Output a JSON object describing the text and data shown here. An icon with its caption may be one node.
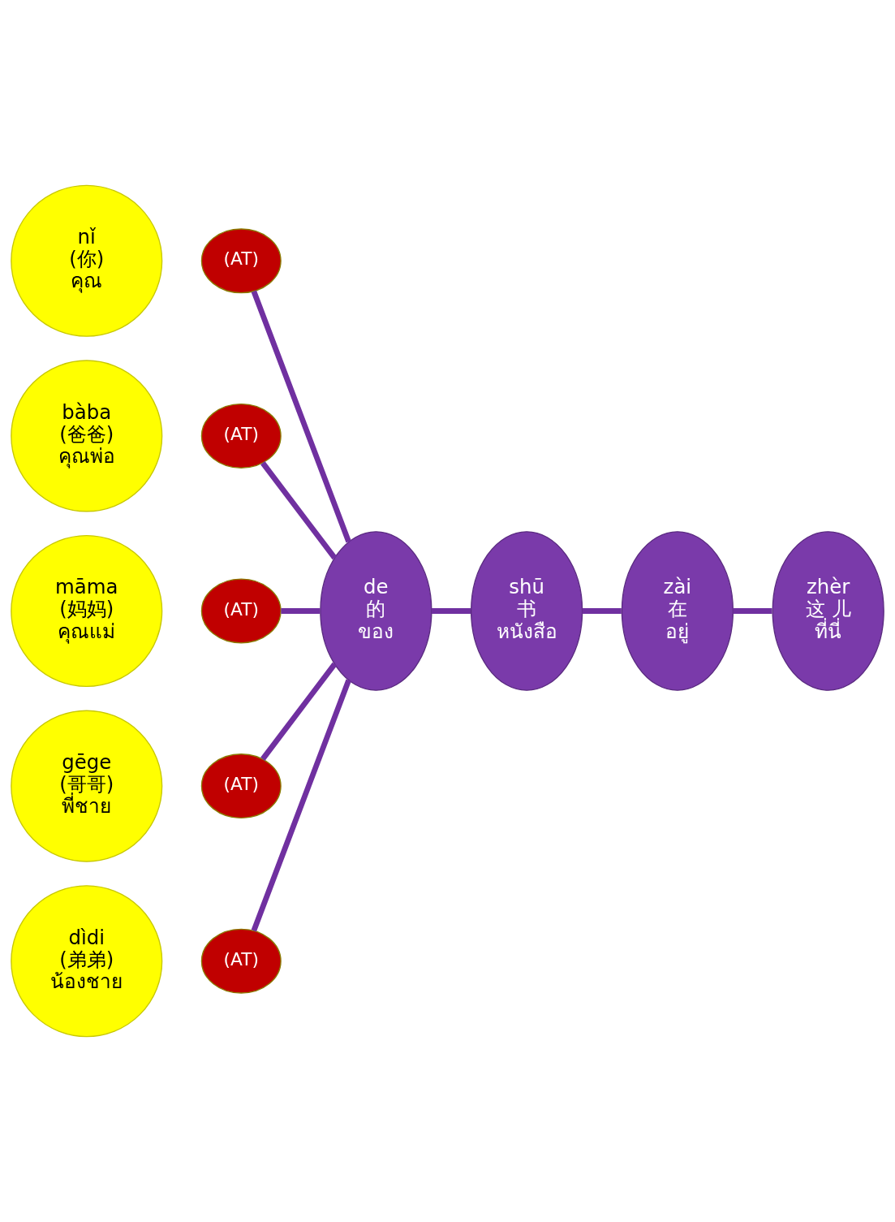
{
  "diagram": {
    "nodes": [
      {
        "text": [
          "nǐ",
          "(你)",
          "คุณ"
        ]
      },
      {
        "text": [
          "(AT)"
        ]
      },
      {
        "text": [
          "bàba",
          "(爸爸)",
          "คุณพ่อ"
        ]
      },
      {
        "text": [
          "(AT)"
        ]
      },
      {
        "text": [
          "māma",
          "(妈妈)",
          "คุณแม่"
        ]
      },
      {
        "text": [
          "(AT)"
        ]
      },
      {
        "text": [
          "de",
          "的",
          "ของ"
        ]
      },
      {
        "text": [
          "shū",
          "书",
          "หนังสือ"
        ]
      },
      {
        "text": [
          "zài",
          "在",
          "อยู่"
        ]
      },
      {
        "text": [
          "zhèr",
          "这 儿",
          "ที่นี่"
        ]
      },
      {
        "text": [
          "gēge",
          "(哥哥)",
          "พี่ชาย"
        ]
      },
      {
        "text": [
          "(AT)"
        ]
      },
      {
        "text": [
          "dìdi",
          "(弟弟)",
          "น้องชาย"
        ]
      },
      {
        "text": [
          "(AT)"
        ]
      }
    ],
    "edges": [
      {
        "from": 1,
        "to": 6,
        "arrow": "none"
      },
      {
        "from": 3,
        "to": 6,
        "arrow": "none"
      },
      {
        "from": 5,
        "to": 6,
        "arrow": "none"
      },
      {
        "from": 11,
        "to": 6,
        "arrow": "none"
      },
      {
        "from": 13,
        "to": 6,
        "arrow": "none"
      },
      {
        "from": 6,
        "to": 7,
        "arrow": "none"
      },
      {
        "from": 7,
        "to": 8,
        "arrow": "none"
      },
      {
        "from": 8,
        "to": 9,
        "arrow": "none"
      }
    ]
  }
}
